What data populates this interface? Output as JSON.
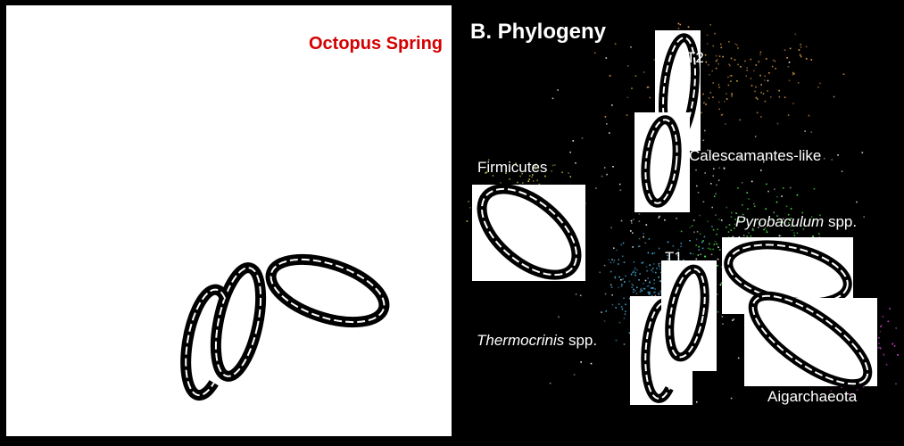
{
  "left_panel": {
    "title": "Octopus Spring",
    "title_color": "#d40000"
  },
  "right_panel": {
    "title": "B. Phylogeny",
    "taxa": [
      {
        "id": "T2",
        "name": "T2",
        "italic": ""
      },
      {
        "id": "calescamantes",
        "name": "Calescamantes-like",
        "italic": ""
      },
      {
        "id": "firmicutes",
        "name": "Firmicutes",
        "italic": ""
      },
      {
        "id": "pyrobaculum",
        "name": " spp.",
        "italic": "Pyrobaculum"
      },
      {
        "id": "t1",
        "name": "T1",
        "italic": ""
      },
      {
        "id": "thermocrinis",
        "name": " spp.",
        "italic": "Thermocrinis"
      },
      {
        "id": "aigarchaeota",
        "name": "Aigarchaeota",
        "italic": ""
      }
    ]
  },
  "colors": {
    "background": "#000000",
    "panel_left": "#ffffff",
    "cell_wall": "#000000",
    "cell_membrane": "#ffffff",
    "scatter": [
      "#e6e650",
      "#50c8ff",
      "#50ff50",
      "#ff50ff",
      "#ffffff",
      "#ffb450"
    ]
  }
}
